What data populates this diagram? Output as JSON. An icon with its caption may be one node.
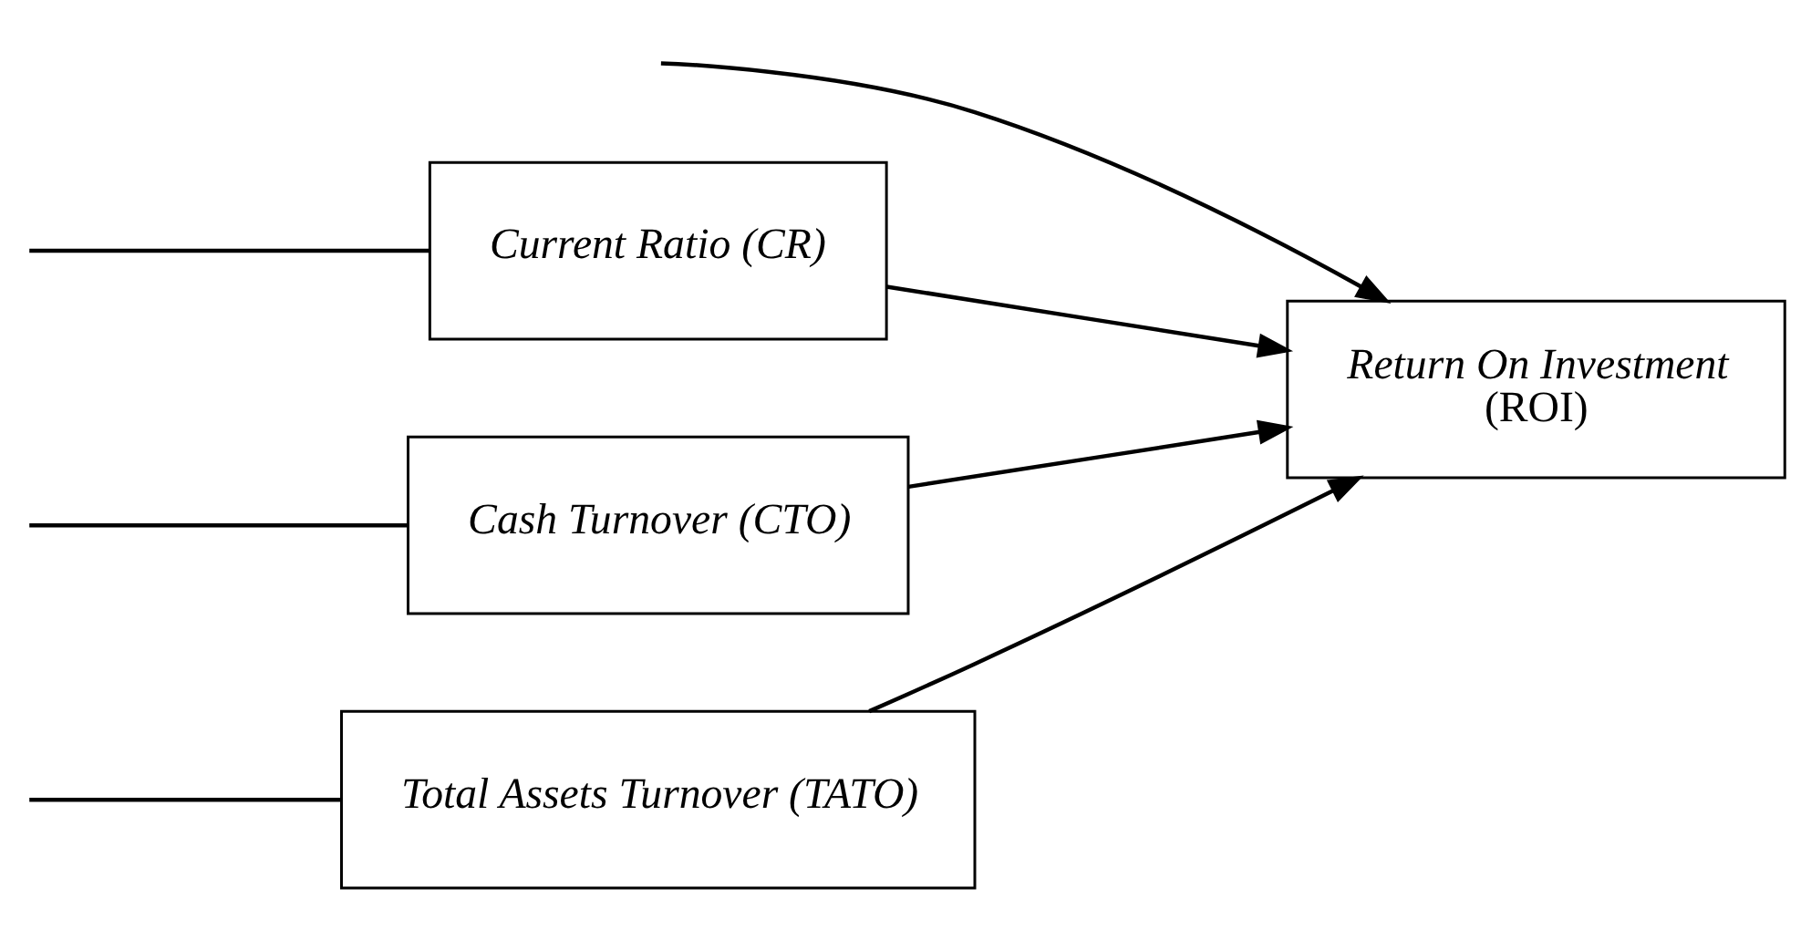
{
  "diagram": {
    "nodes": [
      {
        "text": [
          "Current Ratio (CR)"
        ]
      },
      {
        "text": [
          "Cash Turnover (CTO)"
        ]
      },
      {
        "text": [
          "Total Assets Turnover (TATO)"
        ]
      },
      {
        "text": [
          "Return On Investment",
          "(ROI)"
        ]
      }
    ],
    "edges": [
      {
        "from": 0,
        "to": 3,
        "arrow": "to"
      },
      {
        "from": 1,
        "to": 3,
        "arrow": "to"
      },
      {
        "from": 2,
        "to": 3,
        "arrow": "to"
      },
      {
        "from": null,
        "to": 0,
        "arrow": "none"
      },
      {
        "from": null,
        "to": 1,
        "arrow": "none"
      },
      {
        "from": null,
        "to": 2,
        "arrow": "none"
      },
      {
        "from": null,
        "to": 3,
        "arrow": "to"
      }
    ]
  }
}
